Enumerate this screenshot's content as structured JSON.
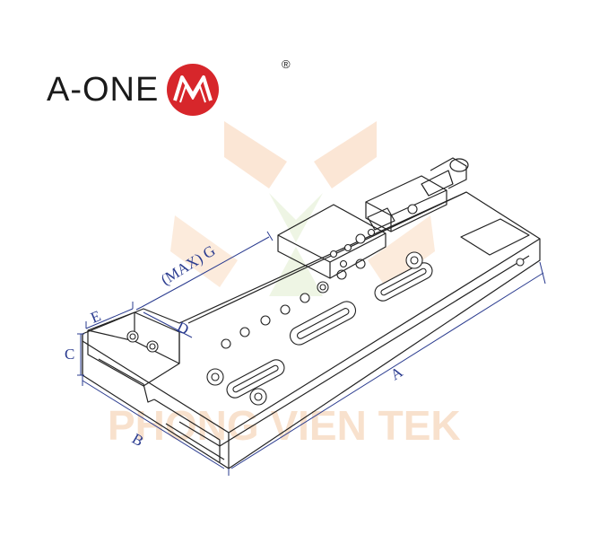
{
  "brand": {
    "name": "A-ONE",
    "registered": "®",
    "colors": {
      "text": "#1a1a1a",
      "logo": "#d7262b"
    }
  },
  "watermark": {
    "text": "PHONG VIEN TEK",
    "color": "#f3c9a6"
  },
  "dimensions": {
    "a": "A",
    "b": "B",
    "c": "C",
    "d": "D",
    "e": "E",
    "g": "(MAX) G"
  },
  "colors": {
    "dimension": "#2a3b8f",
    "outline": "#222222"
  }
}
